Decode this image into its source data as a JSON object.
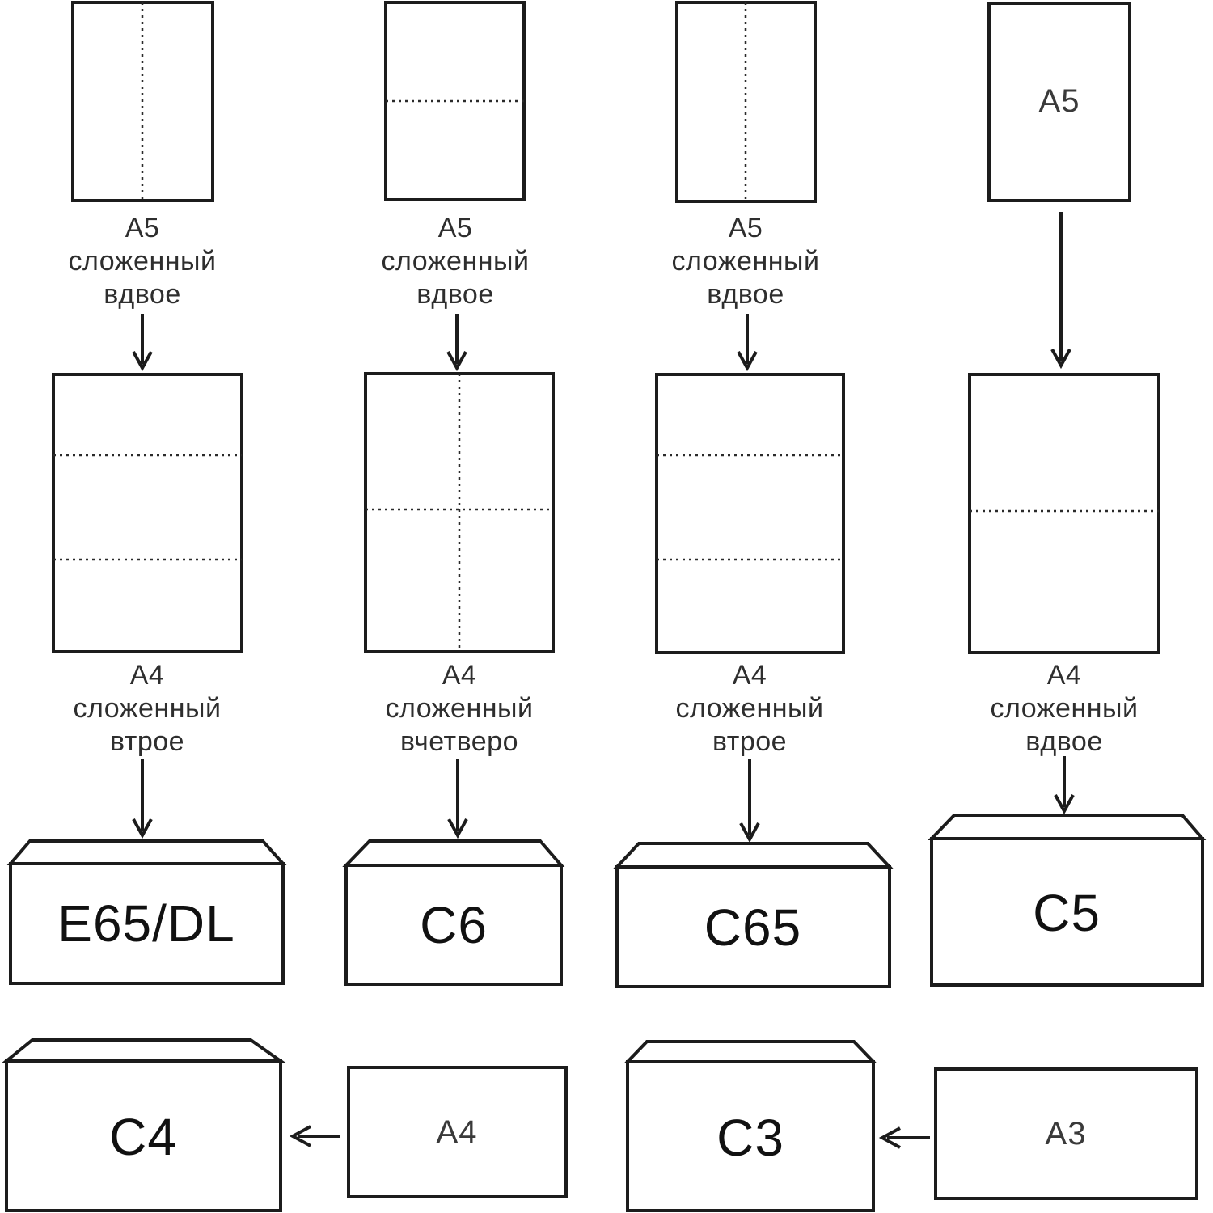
{
  "colors": {
    "background": "#ffffff",
    "line": "#1c1c1c",
    "text": "#2e2e2e",
    "highlight_body": "#f6a5a3",
    "highlight_flap": "#f0999b"
  },
  "top_row": {
    "col1": {
      "caption": [
        "А5",
        "сложенный",
        "вдвое"
      ]
    },
    "col2": {
      "caption": [
        "А5",
        "сложенный",
        "вдвое"
      ]
    },
    "col3": {
      "caption": [
        "А5",
        "сложенный",
        "вдвое"
      ]
    },
    "col4": {
      "sheet_label": "А5"
    }
  },
  "middle_row": {
    "col1": {
      "caption": [
        "А4",
        "сложенный",
        "втрое"
      ]
    },
    "col2": {
      "caption": [
        "А4",
        "сложенный",
        "вчетверо"
      ]
    },
    "col3": {
      "caption": [
        "А4",
        "сложенный",
        "втрое"
      ]
    },
    "col4": {
      "caption": [
        "А4",
        "сложенный",
        "вдвое"
      ]
    }
  },
  "envelopes": {
    "e65dl": "E65/DL",
    "c6": "C6",
    "c65": "C65",
    "c5": "C5",
    "c4": "C4",
    "c3": "C3"
  },
  "bottom_sheets": {
    "a4": "А4",
    "a3": "А3"
  }
}
